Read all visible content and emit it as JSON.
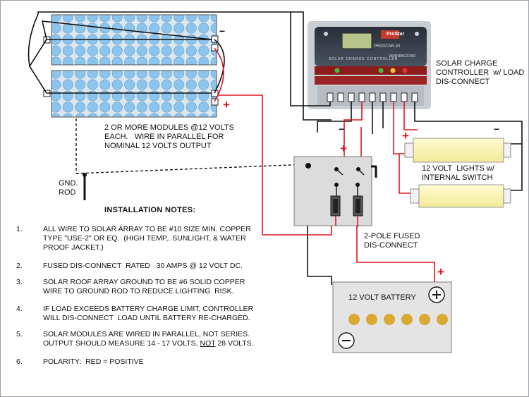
{
  "panel_note": "2 OR MORE MODULES @12 VOLTS\nEACH.   WIRE IN PARALLEL FOR\nNOMINAL 12 VOLTS OUTPUT",
  "controller": {
    "label": "SOLAR CHARGE\nCONTROLLER  w/ LOAD\nDIS-CONNECT",
    "brand": "ProStar",
    "model": "PROSTAR-30",
    "subtitle": "SOLAR CHARGE CONTROLLER",
    "maker": "MORNINGSTAR"
  },
  "lights_label": "12 VOLT  LIGHTS w/\nINTERNAL SWITCH",
  "ground_rod_label": "GND.\nROD",
  "disconnect_label": "2-POLE FUSED\nDIS-CONNECT",
  "battery_label": "12 VOLT BATTERY",
  "plus_sign": "+",
  "minus_sign": "−",
  "installation_title": "INSTALLATION NOTES:",
  "notes": [
    {
      "num": "1.",
      "text": "ALL WIRE TO SOLAR ARRAY TO BE #10 SIZE MIN. COPPER\nTYPE \"USE-2\" OR EQ.  (HIGH TEMP,. SUNLIGHT, & WATER\nPROOF JACKET.)"
    },
    {
      "num": "2.",
      "text": "FUSED DIS-CONNECT  RATED   30 AMPS @ 12 VOLT DC."
    },
    {
      "num": "3.",
      "text": "SOLAR ROOF ARRAY GROUND TO BE #6 SOLID COPPER\nWIRE TO GROUND ROD TO REDUCE LIGHTING  RISK."
    },
    {
      "num": "4.",
      "text": "IF LOAD EXCEEDS BATTERY CHARGE LIMIT, CONTROLLER\nWILL DIS-CONNECT  LOAD UNTIL BATTERY RE-CHARGED."
    },
    {
      "num": "5.",
      "text": "SOLAR MODULES ARE WIRED IN PARALLEL, NOT SERIES.\nOUTPUT SHOULD MEASURE 14 - 17 VOLTS, "
    },
    {
      "num": "6.",
      "text": "POLARITY:  RED = POSITIVE"
    }
  ],
  "note5_underlined": "NOT",
  "note5_tail": " 28 VOLTS.",
  "colors": {
    "wire_black": "#111111",
    "wire_red": "#e0141e",
    "cell_blue": "#8cc4ec",
    "light_tube": "#faf6b4",
    "battery_body": "#e4e4e4",
    "battery_cell": "#d9a932"
  }
}
